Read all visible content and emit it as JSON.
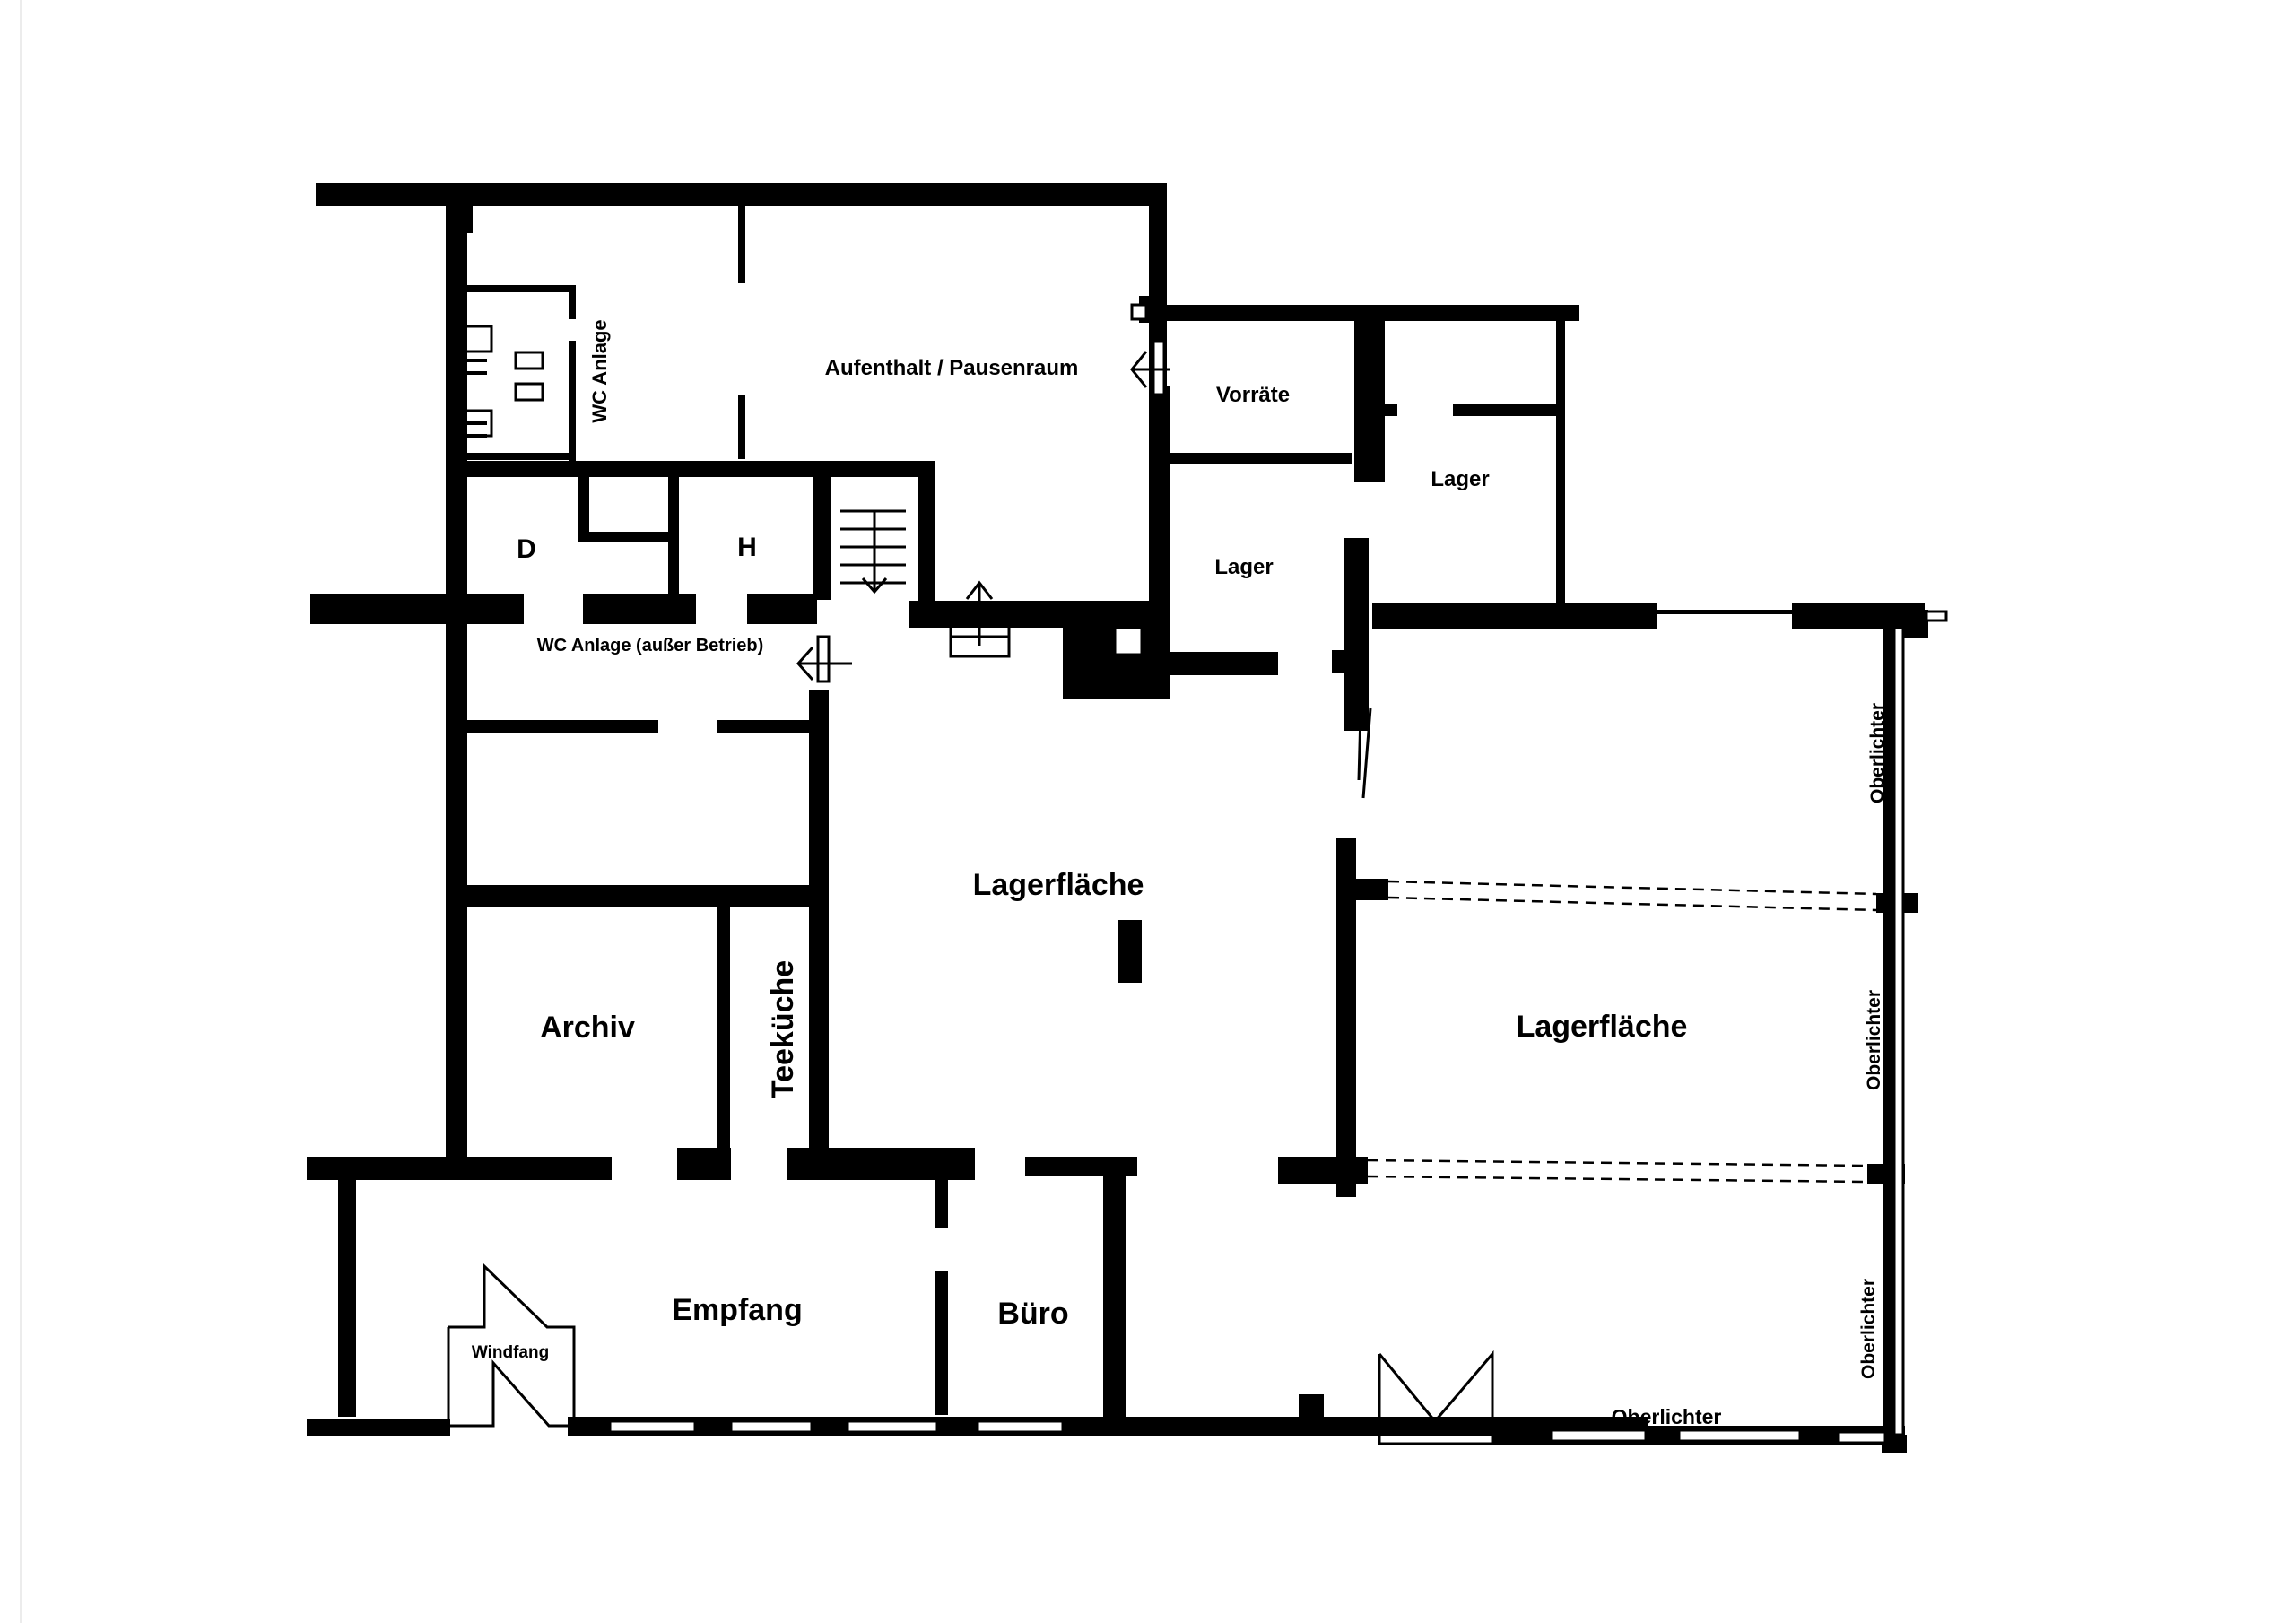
{
  "rooms": {
    "aufenthalt": "Aufenthalt / Pausenraum",
    "wc_anlage": "WC Anlage",
    "vorraete": "Vorräte",
    "lager_upper": "Lager",
    "lager_lower": "Lager",
    "damen": "D",
    "herren": "H",
    "wc_ausser_betrieb": "WC Anlage (außer Betrieb)",
    "lagerflaeche_left": "Lagerfläche",
    "lagerflaeche_right": "Lagerfläche",
    "archiv": "Archiv",
    "teekueche": "Teeküche",
    "empfang": "Empfang",
    "buero": "Büro",
    "windfang": "Windfang"
  },
  "skylights": {
    "right_1": "Oberlichter",
    "right_2": "Oberlichter",
    "right_3": "Oberlichter",
    "bottom": "Oberlichter"
  },
  "colors": {
    "wall": "#000000",
    "background": "#ffffff"
  }
}
